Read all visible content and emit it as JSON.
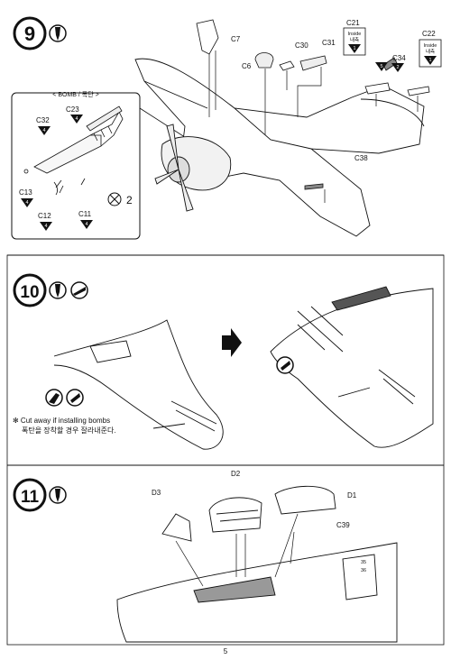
{
  "steps": [
    {
      "number": "9"
    },
    {
      "number": "10"
    },
    {
      "number": "11"
    }
  ],
  "step9": {
    "bomb_title": "< BOMB / 폭탄 >",
    "bomb_parts": {
      "c32": "C32",
      "c23": "C23",
      "c13": "C13",
      "c12": "C12",
      "c11": "C11"
    },
    "bomb_qty": {
      "c32": "4",
      "c23": "4",
      "c13": "4",
      "c12": "4",
      "c11": "4"
    },
    "multiplier": "2",
    "parts": {
      "c7": "C7",
      "c6": "C6",
      "c30": "C30",
      "c31": "C31",
      "c21": "C21",
      "c22": "C22",
      "c34": "C34",
      "c38": "C38"
    },
    "c21_box": {
      "en": "Inside",
      "ko": "내측"
    },
    "c22_box": {
      "en": "Inside",
      "ko": "내측"
    },
    "qty": {
      "c21": "1",
      "c22": "1",
      "c34": "2",
      "c21b": "5"
    }
  },
  "step10": {
    "note_line1": "✻ Cut away if installing bombs",
    "note_line2": "폭탄을 장착할 경우 잘라내준다."
  },
  "step11": {
    "parts": {
      "d1": "D1",
      "d2": "D2",
      "d3": "D3",
      "c39": "C39"
    },
    "marks": {
      "a": "35",
      "b": "36"
    }
  },
  "page_number": "5",
  "icons": [
    "glue-tube-icon",
    "cut-knife-icon",
    "drill-icon"
  ]
}
